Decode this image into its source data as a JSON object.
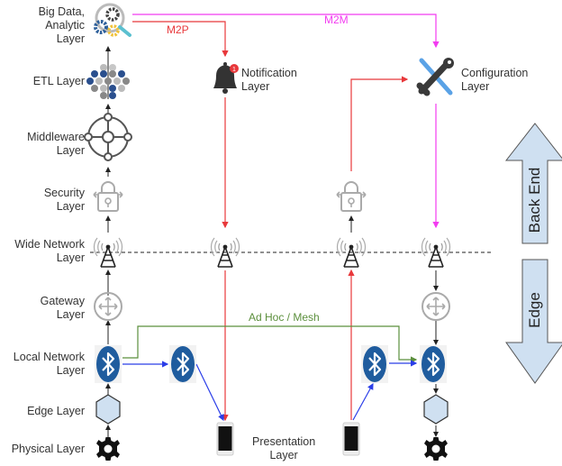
{
  "diagram": {
    "layers": [
      {
        "id": "big-data",
        "label": "Big Data,\nAnalytic\nLayer",
        "icon": "analytics-gears-magnifier-icon"
      },
      {
        "id": "etl",
        "label": "ETL Layer",
        "icon": "hex-cluster-icon"
      },
      {
        "id": "middleware",
        "label": "Middleware\nLayer",
        "icon": "middleware-hub-icon"
      },
      {
        "id": "security",
        "label": "Security\nLayer",
        "icon": "lock-icon"
      },
      {
        "id": "wide-network",
        "label": "Wide Network\nLayer",
        "icon": "radio-tower-icon"
      },
      {
        "id": "gateway",
        "label": "Gateway\nLayer",
        "icon": "gateway-router-icon"
      },
      {
        "id": "local-network",
        "label": "Local Network\nLayer",
        "icon": "bluetooth-icon"
      },
      {
        "id": "edge",
        "label": "Edge Layer",
        "icon": "hexagon-icon"
      },
      {
        "id": "physical",
        "label": "Physical Layer",
        "icon": "gear-icon"
      }
    ],
    "notification": {
      "label": "Notification\nLayer",
      "badge": "1",
      "icon": "bell-icon"
    },
    "configuration": {
      "label": "Configuration\nLayer",
      "icon": "wrench-screwdriver-icon"
    },
    "presentation": {
      "label": "Presentation\nLayer",
      "icon": "smartphone-icon"
    },
    "flows": {
      "m2p": {
        "label": "M2P",
        "color": "#e8383b"
      },
      "m2m": {
        "label": "M2M",
        "color": "#f23bf0"
      },
      "adhoc": {
        "label": "Ad Hoc / Mesh",
        "color": "#5b8f3c"
      },
      "local_link_color": "#2a3de8",
      "vertical_color": "#222222"
    },
    "zones": {
      "back_end": {
        "label": "Back End"
      },
      "edge": {
        "label": "Edge"
      },
      "fill": "#cfe0f1",
      "stroke": "#555555"
    },
    "colors": {
      "bluetooth": "#1f5c9e",
      "icon_dark": "#3a3a3a",
      "icon_gray": "#a8a8a8",
      "hex_fill": "#cfe0f1",
      "tool_blue": "#5aa2e6"
    }
  }
}
